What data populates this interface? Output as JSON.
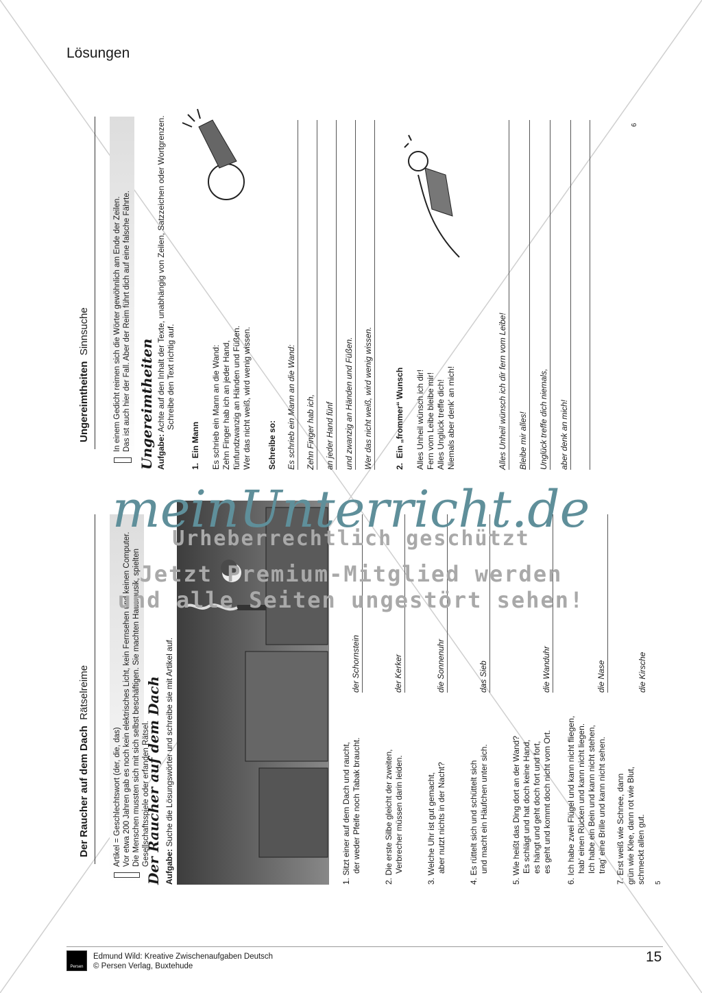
{
  "header": {
    "title": "Lösungen"
  },
  "left_page": {
    "title_bold": "Der Raucher auf dem Dach",
    "title_rest": "Rätselreime",
    "info": [
      "Artikel = Geschlechtswort (der, die, das)",
      "Vor etwa 200 Jahren gab es noch kein elektrisches Licht, kein Fernsehen und keinen Computer.",
      "Die Menschen mussten sich mit sich selbst beschäftigen. Sie machten Hausmusik, spielten",
      "Gesellschaftsspiele oder erfanden Rätsel."
    ],
    "heading": "Der Raucher auf dem Dach",
    "task_label": "Aufgabe:",
    "task_text": "Suche die Lösungswörter und schreibe sie mit Artikel auf.",
    "riddles": [
      {
        "num": "1.",
        "lines": [
          "Sitzt einer auf dem Dach und raucht,",
          "der weder Pfeife noch Tabak braucht."
        ],
        "answer": "der Schornstein"
      },
      {
        "num": "2.",
        "lines": [
          "Die erste Silbe gleicht der zweiten,",
          "Verbrecher müssen darin leiden."
        ],
        "answer": "der Kerker"
      },
      {
        "num": "3.",
        "lines": [
          "Welche Uhr ist gut gemacht,",
          "aber nutzt nichts in der Nacht?"
        ],
        "answer": "die Sonnenuhr"
      },
      {
        "num": "4.",
        "lines": [
          "Es rüttelt sich und schüttelt sich",
          "und macht ein Häufchen unter sich."
        ],
        "answer": "das Sieb"
      },
      {
        "num": "5.",
        "lines": [
          "Wie heißt das Ding dort an der Wand?",
          "Es schlägt und hat doch keine Hand,",
          "es hängt und geht doch fort und fort,",
          "es geht und kommt doch nicht vom Ort."
        ],
        "answer": "die Wanduhr"
      },
      {
        "num": "6.",
        "lines": [
          "Ich habe zwei Flügel und kann nicht fliegen,",
          "hab' einen Rücken und kann nicht liegen.",
          "Ich habe ein Bein und kann nicht stehen,",
          "trag' eine Brille und kann nicht sehen."
        ],
        "answer": "die Nase"
      },
      {
        "num": "7.",
        "lines": [
          "Erst weiß wie Schnee,",
          "dann grün wie Klee,",
          "dann rot wie Blut,",
          "schmeckt allen gut."
        ],
        "answer": "die Kirsche"
      }
    ],
    "page_number": "5",
    "footer": [
      "Edmund Wild: Kreative Zwischenaufgaben Deutsch",
      "© Persen Verlag, Buxtehude"
    ]
  },
  "right_page": {
    "title_bold": "Ungereimtheiten",
    "title_rest": "Sinnsuche",
    "info": [
      "In einem Gedicht reimen sich die Wörter gewöhnlich am Ende der Zeilen.",
      "Das ist auch hier der Fall. Aber der Reim führt dich auf eine falsche Fährte."
    ],
    "heading": "Ungereimtheiten",
    "task_label": "Aufgabe:",
    "task_text": "Achte auf den Inhalt der Texte, unabhängig von Zeilen, Satzzeichen oder Wortgrenzen.",
    "task_text2": "Schreibe den Text richtig auf.",
    "poem1_num": "1.",
    "poem1_title": "Ein Mann",
    "poem1_lines": [
      "Es schrieb ein Mann an die Wand:",
      "Zehn Finger hab ich an jeder Hand,",
      "fünfundzwanzig an Händen und Füßen.",
      "Wer das nicht weiß, wird wenig wissen."
    ],
    "write_label": "Schreibe so:",
    "poem1_answers": [
      "Es schrieb ein Mann an die Wand:",
      "Zehn Finger hab ich,",
      "an jeder Hand fünf",
      "und zwanzig an Händen und Füßen.",
      "Wer das nicht weiß, wird wenig wissen."
    ],
    "poem2_num": "2.",
    "poem2_title": "Ein „frommer“ Wunsch",
    "poem2_lines": [
      "Alles Unheil wünsch ich dir!",
      "Fern vom Leibe bleibe mir!",
      "Alles Unglück treffe dich!",
      "Niemals aber denk' an mich!"
    ],
    "poem2_answers": [
      "Alles Unheil wünsch ich dir fern vom Leibe!",
      "Bleibe mir alles!",
      "Unglück treffe dich niemals,",
      "aber denk an mich!"
    ],
    "page_number": "6",
    "footer": [
      "Edmund Wild: Kreative Zwischenaufgaben Deutsch",
      "© Persen Verlag, Buxtehude"
    ]
  },
  "watermark": {
    "brand": "meinUnterricht.de",
    "line1": "Urheberrechtlich geschützt",
    "line2": "Jetzt Premium-Mitglied werden",
    "line3": "und alle Seiten ungestört sehen!"
  },
  "footer": {
    "logo": "Persen",
    "line1": "Edmund Wild: Kreative Zwischenaufgaben Deutsch",
    "line2": "© Persen Verlag, Buxtehude",
    "page_number": "15"
  }
}
